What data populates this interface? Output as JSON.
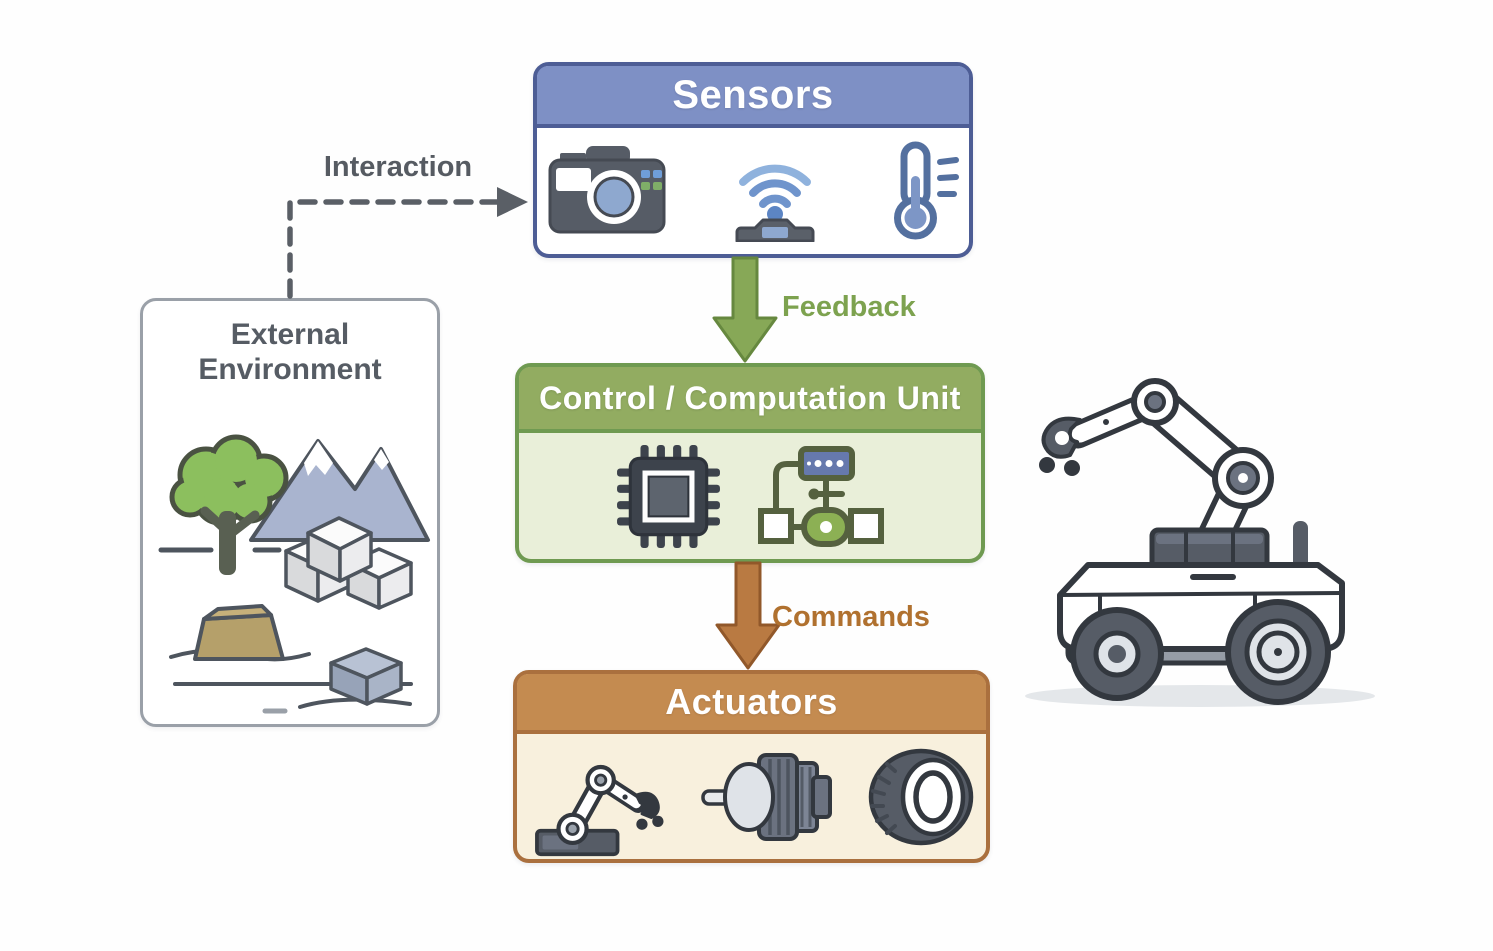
{
  "diagram": {
    "title_hint": "robot system architecture diagram",
    "boxes": {
      "sensors": {
        "title": "Sensors",
        "header_color": "#7e90c5",
        "border_color": "#4d5d95",
        "body_color": "#ffffff",
        "icons": [
          "camera-icon",
          "wireless-sensor-icon",
          "thermometer-icon"
        ]
      },
      "control": {
        "title": "Control / Computation Unit",
        "header_color": "#92ac61",
        "border_color": "#6f9a51",
        "body_color": "#e9efd9",
        "icons": [
          "chip-icon",
          "flowchart-icon"
        ]
      },
      "actuators": {
        "title": "Actuators",
        "header_color": "#c48b50",
        "border_color": "#aa703e",
        "body_color": "#f8f0dd",
        "icons": [
          "robot-arm-icon",
          "motor-icon",
          "wheel-icon"
        ]
      },
      "environment": {
        "title": "External Environment",
        "border_color": "#9aa0a8",
        "text_color": "#565c64",
        "icons": [
          "tree-icon",
          "mountains-icon",
          "stacked-cubes-icon",
          "rock-icon",
          "cube-icon"
        ]
      }
    },
    "arrows": {
      "interaction": {
        "label": "Interaction",
        "label_color": "#565b62",
        "line_color": "#5a5f66",
        "style": "dashed",
        "from": "external-environment",
        "to": "sensors"
      },
      "feedback": {
        "label": "Feedback",
        "label_color": "#7da24f",
        "fill": "#87a857",
        "stroke": "#66883f",
        "from": "sensors",
        "to": "control"
      },
      "commands": {
        "label": "Commands",
        "label_color": "#b0712f",
        "fill": "#b97a42",
        "stroke": "#91582a",
        "from": "control",
        "to": "actuators"
      }
    },
    "illustrations": {
      "robot": "mobile-robot-with-arm"
    }
  }
}
